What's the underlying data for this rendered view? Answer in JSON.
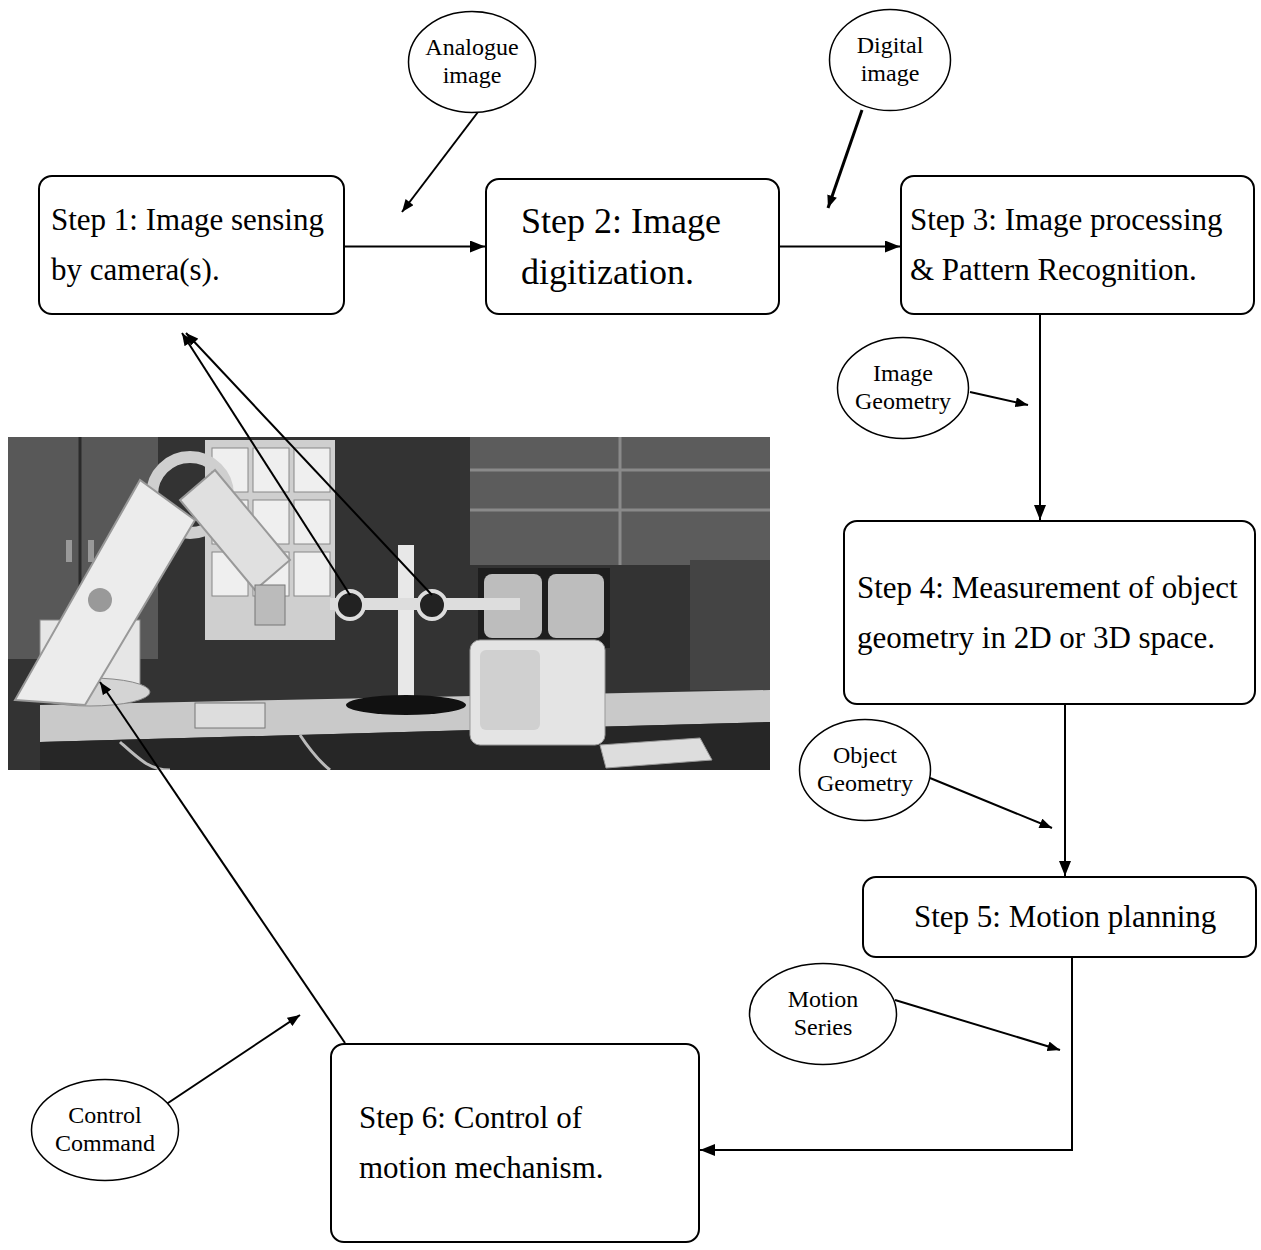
{
  "diagram": {
    "nodes": [
      {
        "text": [
          "Analogue image"
        ]
      },
      {
        "text": [
          "Digital image"
        ]
      },
      {
        "text": [
          "Step 1: Image sensing by camera(s)."
        ]
      },
      {
        "text": [
          "Step 2: Image digitization."
        ]
      },
      {
        "text": [
          "Step 3: Image processing & Pattern Recognition."
        ]
      },
      {
        "text": [
          "Image Geometry"
        ]
      },
      {
        "text": [
          "Step 4: Measurement of object geometry in 2D or 3D space."
        ]
      },
      {
        "text": [
          "Object Geometry"
        ]
      },
      {
        "text": [
          "Step 5: Motion planning"
        ]
      },
      {
        "text": [
          "Motion Series"
        ]
      },
      {
        "text": [
          "Step 6: Control of motion mechanism."
        ]
      },
      {
        "text": [
          "Control Command"
        ]
      }
    ],
    "edges": [
      {
        "from": 2,
        "to": 3,
        "arrow": "to"
      },
      {
        "from": 3,
        "to": 4,
        "arrow": "to"
      },
      {
        "from": 4,
        "to": 6,
        "arrow": "to"
      },
      {
        "from": 6,
        "to": 8,
        "arrow": "to"
      },
      {
        "from": 8,
        "to": 10,
        "arrow": "to"
      }
    ]
  }
}
